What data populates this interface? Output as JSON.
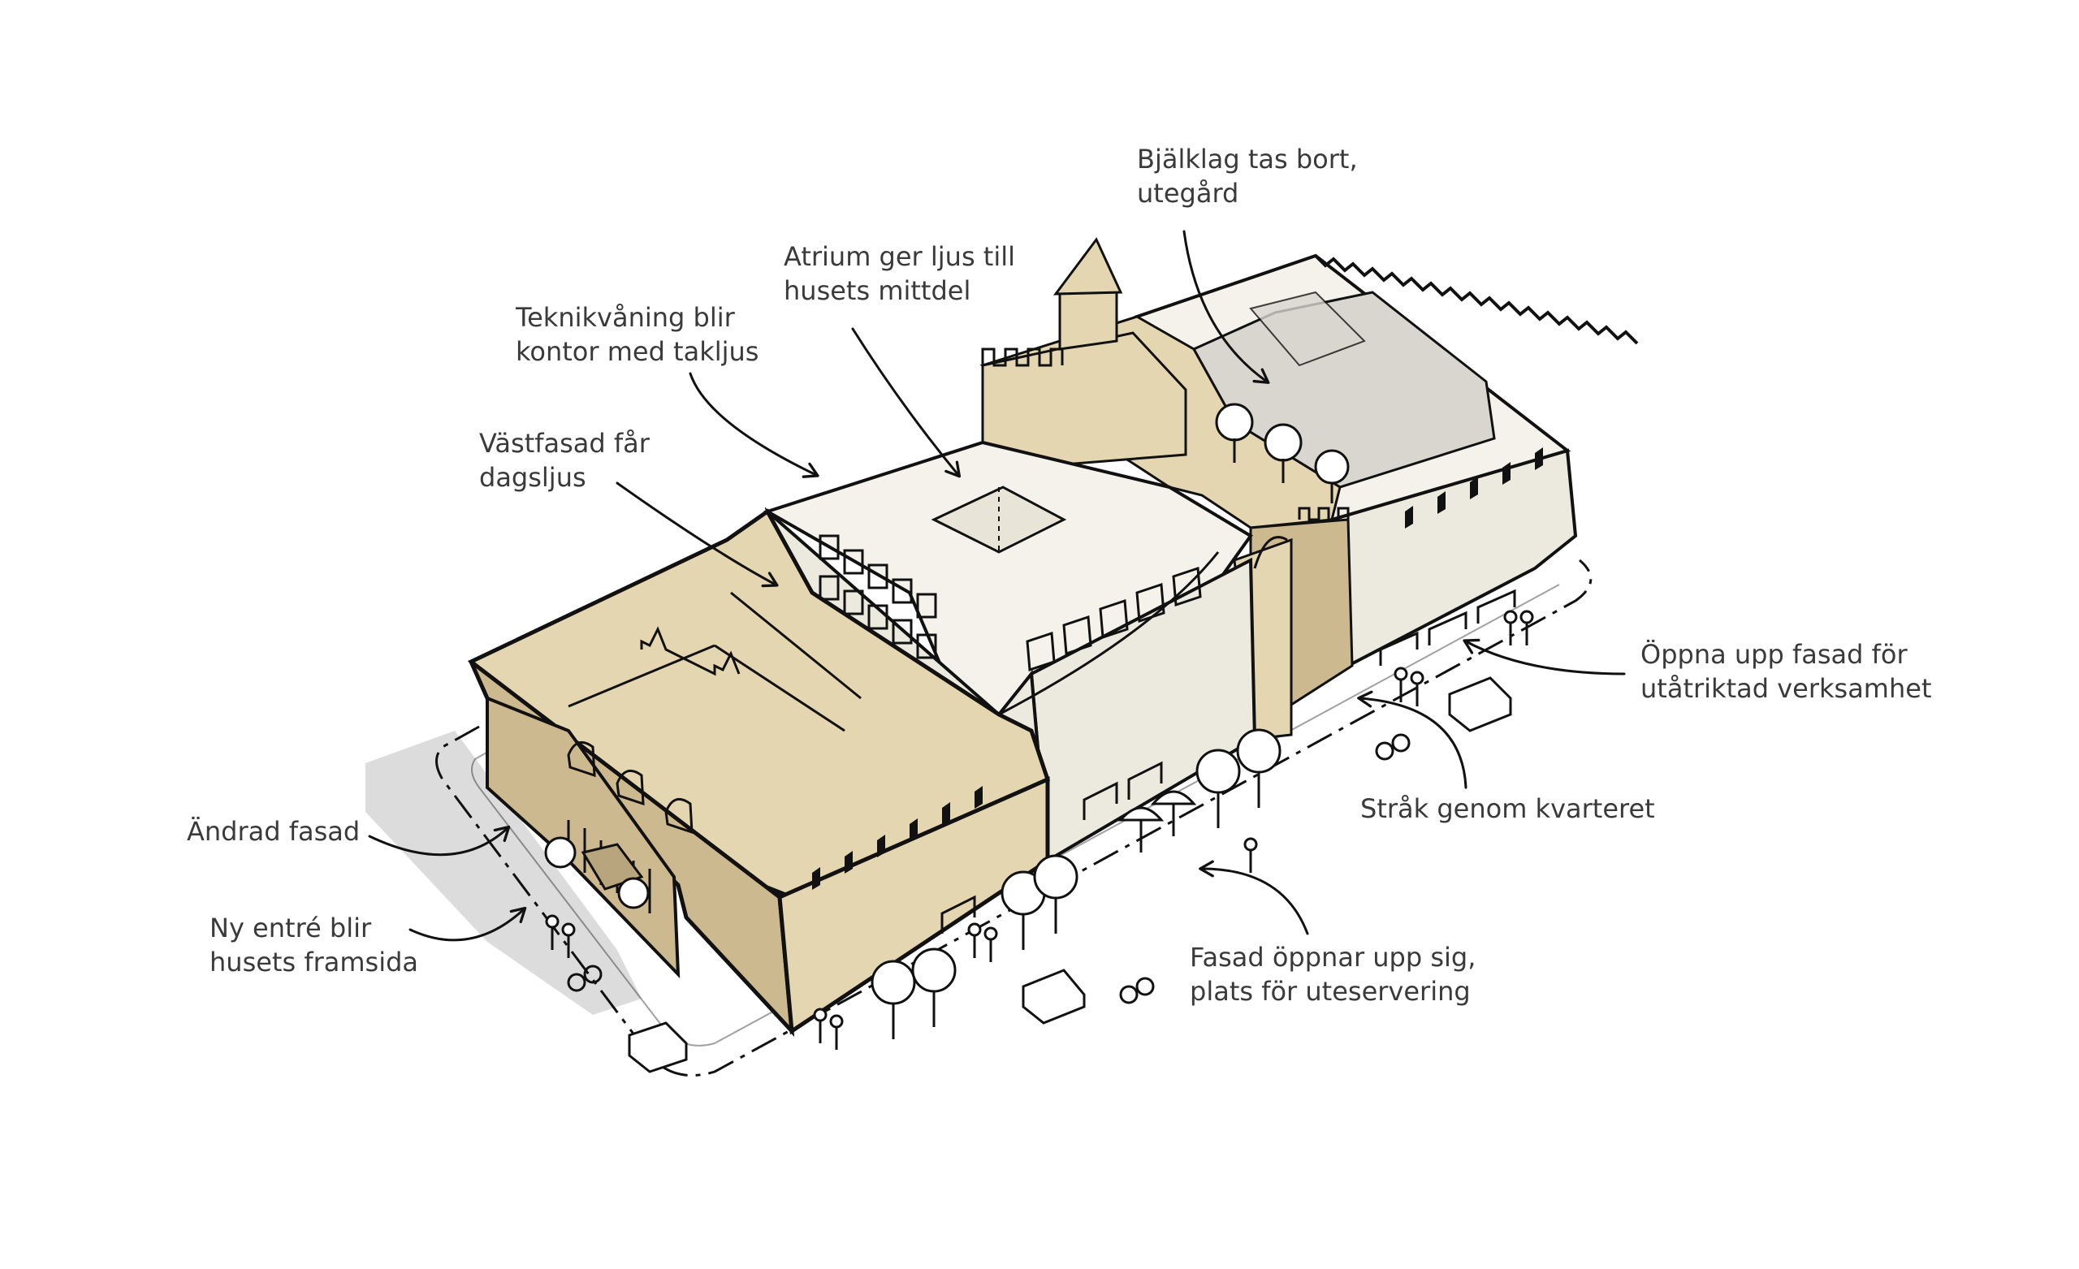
{
  "colors": {
    "warm": "#e5d6b2",
    "warm_dark": "#cdb98f",
    "pale": "#ece9df",
    "pale_light": "#f4f2ea",
    "courtyard": "#d9d6cf",
    "shadow": "#dcdcdc",
    "ink": "#111111",
    "text": "#3a3a3a"
  },
  "annotations": {
    "bjalklag": {
      "line1": "Bjälklag tas bort,",
      "line2": "utegård"
    },
    "atrium": {
      "line1": "Atrium ger ljus till",
      "line2": "husets mittdel"
    },
    "teknikvaning": {
      "line1": "Teknikvåning blir",
      "line2": "kontor med takljus"
    },
    "vastfasad": {
      "line1": "Västfasad får",
      "line2": "dagsljus"
    },
    "oppna_fasad": {
      "line1": "Öppna upp fasad för",
      "line2": "utåtriktad verksamhet"
    },
    "strak": {
      "line1": "Stråk genom kvarteret"
    },
    "andrad_fasad": {
      "line1": "Ändrad fasad"
    },
    "ny_entre": {
      "line1": "Ny entré blir",
      "line2": "husets framsida"
    },
    "fasad_oppnar": {
      "line1": "Fasad öppnar upp sig,",
      "line2": "plats för uteservering"
    }
  },
  "icons": [
    "tree-icon",
    "pedestrian-icon",
    "cyclist-icon",
    "car-icon",
    "umbrella-icon",
    "arrow-icon"
  ]
}
